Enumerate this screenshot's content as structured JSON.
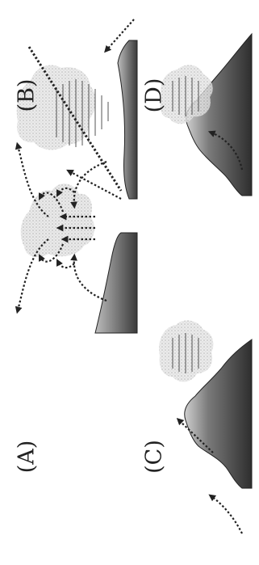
{
  "panels": [
    {
      "label": "(A)",
      "scene": "convergence-updraft"
    },
    {
      "label": "(B)",
      "scene": "frontal-lifting"
    },
    {
      "label": "(C)",
      "scene": "orographic-lifting"
    },
    {
      "label": "(D)",
      "scene": "mountain-cloud"
    }
  ],
  "colors": {
    "ink": "#222222",
    "terrain_dark": "#333333",
    "terrain_mid": "#6e6e6e",
    "water": "#8c8c8c",
    "cloud": "#b4b4b4"
  },
  "icons": [
    "dotted-arrow-icon"
  ]
}
